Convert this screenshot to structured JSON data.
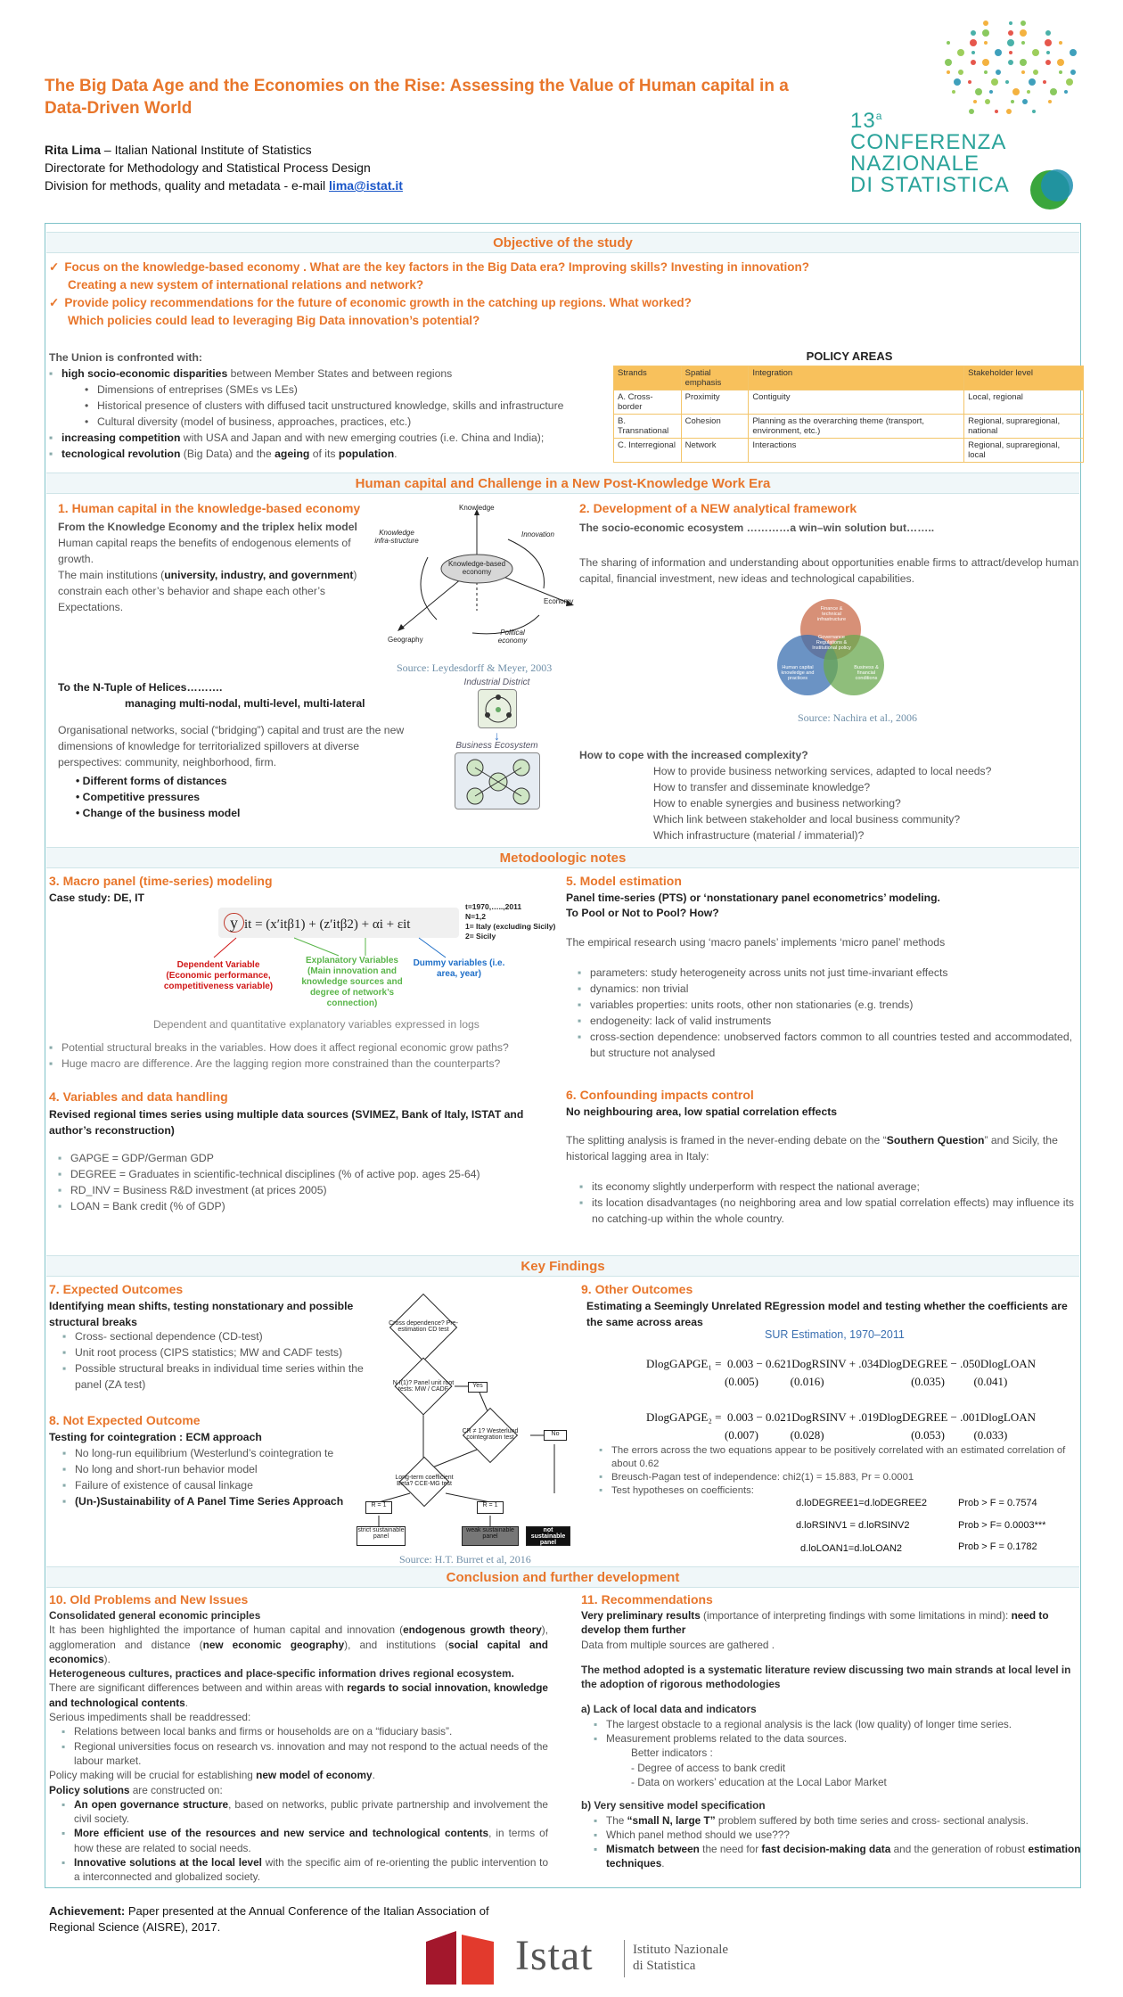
{
  "header": {
    "title": "The Big Data Age and the Economies on the Rise:  Assessing the Value of Human capital in a Data-Driven World",
    "author_name": "Rita Lima",
    "author_org": " – Italian National  Institute  of  Statistics",
    "author_line2": "Directorate for Methodology and Statistical Process Design",
    "author_line3": "Division for methods, quality and metadata -  e-mail ",
    "email": "lima@istat.it",
    "conf_num": "13",
    "conf_sup": "a",
    "conf_l1": "CONFERENZA",
    "conf_l2": "NAZIONALE",
    "conf_l3": "DI STATISTICA",
    "colors": {
      "accent": "#e8762b",
      "teal": "#2aa39a",
      "frame": "#7fc3c9"
    }
  },
  "objective": {
    "heading": "Objective of the study",
    "lines": [
      "Focus on the knowledge-based economy . What  are  the key factors in the Big Data era?  Improving skills? Investing in innovation?",
      "Creating a new system of international relations and network?",
      "Provide policy recommendations for the future of economic growth in the catching up regions. What worked?",
      "Which policies could lead to leveraging Big Data innovation’s potential?"
    ],
    "union_title": "The Union is confronted with:",
    "u1b": "high socio-economic disparities",
    "u1": " between Member States and between regions",
    "u1a": "Dimensions of entreprises (SMEs vs LEs)",
    "u1c": "Historical presence of clusters with diffused tacit unstructured knowledge, skills and infrastructure",
    "u1d": "Cultural diversity (model of business, approaches, practices, etc.)",
    "u2b": "increasing competition",
    "u2": " with USA and Japan and with new emerging  coutries (i.e. China and India);",
    "u3b": "tecnological revolution",
    "u3": " (Big Data) and the ",
    "u3c": "ageing",
    "u3d": " of its ",
    "u3e": "population",
    "u3f": ".",
    "policy_title": "POLICY AREAS",
    "policy_head": [
      "Strands",
      "Spatial emphasis",
      "Integration",
      "Stakeholder level"
    ],
    "policy_rows": [
      [
        "A. Cross-border",
        "Proximity",
        "Contiguity",
        "Local, regional"
      ],
      [
        "B. Transnational",
        "Cohesion",
        "Planning as the overarching theme (transport, environment, etc.)",
        "Regional, supraregional, national"
      ],
      [
        "C. Interregional",
        "Network",
        "Interactions",
        "Regional, supraregional, local"
      ]
    ]
  },
  "hc": {
    "band": "Human capital and Challenge in a New Post-Knowledge Work Era",
    "s1": "1. Human capital in the knowledge-based  economy",
    "s1a": "From  the Knowledge Economy and the triplex helix model",
    "s1b": "Human capital reaps the benefits of endogenous elements of growth.",
    "s1c1": "The main institutions (",
    "s1c2": "university, industry, and government",
    "s1c3": ") constrain each other’s behavior and shape each other’s Expectations.",
    "helix": {
      "center": "Knowledge-based economy",
      "top": "Knowledge",
      "tl": "Knowledge infra-structure",
      "tr": "Innovation",
      "r": "Economy",
      "bl": "Geography",
      "br": "Political economy"
    },
    "src1": "Source: Leydesdorff &  Meyer, 2003",
    "s1d": "To the N-Tuple of Helices……….",
    "s1e": "managing multi-nodal, multi-level, multi-lateral",
    "s1f": "Organisational networks, social (“bridging”) capital and trust are the new dimensions  of knowledge  for territorialized spillovers at diverse perspectives: community, neighborhood, firm.",
    "s1g": [
      "Different forms of distances",
      "Competitive pressures",
      "Change of the  business model"
    ],
    "ind": "Industrial District",
    "bus": "Business Ecosystem",
    "s2": "2.  Development of a NEW analytical framework",
    "s2a": "The socio-economic ecosystem …………a  win–win solution but……..",
    "s2b": "The sharing of information and understanding about opportunities enable firms to attract/develop human capital, financial investment, new ideas and  technological capabilities.",
    "venn": {
      "top": "Finance & technical infrastructure",
      "mid": "Governance Regulations & Institutional policy",
      "left": "Human capital knowledge and practices",
      "right": "Business & financial conditions"
    },
    "src2": "Source: Nachira et al., 2006",
    "s2c": "How to cope with the increased complexity?",
    "s2d": [
      "How to provide business networking services, adapted to local needs?",
      "How to transfer and disseminate knowledge?",
      "How to enable synergies and business networking?",
      "Which link between stakeholder and local business community?",
      "Which infrastructure (material / immaterial)?"
    ]
  },
  "meth": {
    "band": "Metodoologic notes",
    "s3": "3.   Macro panel (time-series) modeling",
    "s3a": "Case study: DE, IT",
    "eq_y": "y",
    "eq_rest": "it = (x′itβ1) + (z′itβ2) + αi + εit",
    "params": [
      "t=1970,…..,2011",
      "N=1,2",
      "1= Italy (excluding Sicily)",
      "2= Sicily"
    ],
    "dep": "Dependent Variable (Economic performance, competitiveness variable)",
    "expl": "Explanatory  Variables (Main innovation and knowledge sources and degree of network’s connection)",
    "dum": "Dummy variables (i.e. area,  year)",
    "s3b": "Dependent and quantitative explanatory variables expressed in logs",
    "s3c": [
      "Potential structural breaks in the variables. How does it affect regional economic grow paths?",
      "Huge macro are difference. Are the lagging region more constrained than the counterparts?"
    ],
    "s4": "4.   Variables and data handling",
    "s4a": "Revised regional times series using multiple data sources (SVIMEZ, Bank of Italy,  ISTAT and author’s reconstruction)",
    "s4b": [
      "GAPGE = GDP/German GDP",
      "DEGREE = Graduates in scientific-technical disciplines (% of active pop. ages 25-64)",
      "RD_INV = Business  R&D investment (at prices 2005)",
      "LOAN =  Bank credit (% of GDP)"
    ],
    "s5": "5. Model estimation",
    "s5a": "Panel time-series (PTS) or ‘nonstationary panel econometrics’ modeling.",
    "s5b": "To Pool or Not to Pool? How?",
    "s5c": "The empirical research using ‘macro panels’ implements ‘micro panel’ methods",
    "s5d": [
      "parameters: study heterogeneity across  units  not just time-invariant effects",
      "dynamics:   non trivial",
      "variables properties:  units roots, other non stationaries  (e.g. trends)",
      "endogeneity: lack of valid instruments",
      "cross-section  dependence:  unobserved  factors  common    to  all  countries  tested  and accommodated, but structure  not analysed"
    ],
    "s6": "6. Confounding impacts control",
    "s6a": "No neighbouring area, low spatial correlation effects",
    "s6b1": "The splitting analysis is framed in the never-ending debate on the “",
    "s6b2": "Southern Question",
    "s6b3": "” and Sicily, the historical lagging area in Italy:",
    "s6c": [
      "its economy slightly underperform with respect the national average;",
      "its location disadvantages (no neighboring area and low spatial correlation effects) may influence its no catching-up within the whole country."
    ]
  },
  "kf": {
    "band": "Key Findings",
    "s7": "7.   Expected Outcomes",
    "s7a": "Identifying mean shifts, testing nonstationary and possible structural breaks",
    "s7b": [
      "Cross- sectional dependence (CD-test)",
      "Unit root process (CIPS statistics;  MW and CADF tests)",
      "Possible structural breaks in individual time series within the panel (ZA test)"
    ],
    "s8": "8.   Not Expected Outcome",
    "s8a": "Testing for cointegration : ECM approach",
    "s8b": [
      "No long-run equilibrium (Westerlund’s cointegration te",
      "No long and short-run behavior  model",
      "Failure of existence of causal linkage"
    ],
    "s8c": "(Un-)Sustainability of  A Panel Time Series Approach",
    "flow": {
      "d1": "Cross dependence? Pre-estimation CD test",
      "d2": "N I(1)? Panel unit root tests: MW / CADF",
      "yes1": "Yes",
      "d3": "CR ≠ 1? Westerlund cointegration test",
      "no1": "No",
      "d4": "Long-term coefficient Beta? CCE-MG test",
      "r1": "R = 1",
      "r2": "R = 1",
      "b1": "strict sustainable panel",
      "b2": "weak sustainable panel",
      "b3": "not sustainable panel"
    },
    "src3": "Source: H.T. Burret et al, 2016",
    "s9": "9.   Other Outcomes",
    "s9a": "Estimating a Seemingly Unrelated REgression model and testing whether the coefficients are the same across areas",
    "s9b": "SUR  Estimation, 1970–2011",
    "e1": "DlogGAPGE₁ =  0.003 − 0.621DogRSINV + .034DlogDEGREE − .050DlogLOAN",
    "e1s": "(0.005)           (0.016)                              (0.035)          (0.041)",
    "e2": "DlogGAPGE₂ =  0.003 − 0.021DogRSINV + .019DlogDEGREE − .001DlogLOAN",
    "e2s": "(0.007)           (0.028)                              (0.053)          (0.033)",
    "s9c": [
      "The errors across the two equations appear to be positively correlated with an estimated correlation of about 0.62",
      "Breusch-Pagan test of independence:  chi2(1) = 15.883, Pr = 0.0001",
      "Test hypotheses on coefficients:"
    ],
    "t1a": "d.loDEGREE1=d.loDEGREE2",
    "t1b": "Prob > F =    0.7574",
    "t2a": "d.loRSINV1 = d.loRSINV2",
    "t2b": "Prob > F=  0.0003***",
    "t3a": "d.loLOAN1=d.loLOAN2",
    "t3b": "Prob > F =    0.1782"
  },
  "conc": {
    "band": "Conclusion and further development",
    "s10": "10. Old Problems and New Issues",
    "s10a": "Consolidated general economic principles",
    "s10b": "It has been highlighted the importance of  human capital and innovation (",
    "s10b2": "endogenous growth theory",
    "s10b3": "), agglomeration and distance (",
    "s10b4": "new economic geography",
    "s10b5": "), and institutions (",
    "s10b6": "social capital and economics",
    "s10b7": ").",
    "s10c": "Heterogeneous cultures, practices  and place-specific information drives regional ecosystem.",
    "s10d": "There are significant differences between and within areas with ",
    "s10d2": "regards to social innovation, knowledge and technological contents",
    "s10d3": ".",
    "s10e": "Serious impediments shall be readdressed:",
    "s10f": [
      "Relations between local banks and firms or households are on a “fiduciary basis”.",
      "Regional universities focus on research vs. innovation and may not respond to the actual needs of the labour market."
    ],
    "s10g": "Policy making will be crucial for establishing ",
    "s10g2": "new model of  economy",
    "s10g3": ".",
    "s10h": "Policy solutions",
    "s10h2": " are constructed on:",
    "p1b": "An  open  governance  structure",
    "p1": ",  based  on  networks,  public  private  partnership  and involvement the civil society.",
    "p2b": "More efficient use of the resources and new service and technological contents",
    "p2": ", in terms of how these are related to social needs.",
    "p3b": "Innovative solutions at the local level",
    "p3": " with the specific aim of   re-orienting the public intervention  to a interconnected and globalized  society.",
    "s11": "11.  Recommendations",
    "s11a": "Very preliminary results",
    "s11a2": " (importance of interpreting findings with some limitations in mind): ",
    "s11a3": "need to develop them further",
    "s11b": "Data from multiple sources are gathered .",
    "s11c": "The method adopted is a systematic literature review discussing two main strands at local level in the adoption of rigorous methodologies",
    "s11d": "a) Lack of local data  and indicators",
    "s11e": [
      "The largest obstacle to a regional analysis is the lack (low quality) of longer time series.",
      "Measurement problems related to the data sources."
    ],
    "s11f": "Better indicators :",
    "s11g": [
      "Degree of access to bank credit",
      "Data on workers’ education at the Local Labor Market"
    ],
    "s11h": "b) Very sensitive model specification",
    "s11i1": "The ",
    "s11i2": "“small N, large T”",
    "s11i3": "  problem suffered by both time series and cross- sectional analysis.",
    "s11j": "Which panel method should we use???",
    "s11k1": "Mismatch between",
    "s11k2": " the need for ",
    "s11k3": "fast decision-making data",
    "s11k4": " and the generation of robust ",
    "s11k5": "estimation techniques",
    "s11k6": "."
  },
  "footer": {
    "ach_b": "Achievement:",
    "ach": " Paper presented at the Annual Conference of the Italian Association of Regional Science (AISRE), 2017.",
    "logo": "Istat",
    "logo_l1": "Istituto Nazionale",
    "logo_l2": "di Statistica"
  }
}
